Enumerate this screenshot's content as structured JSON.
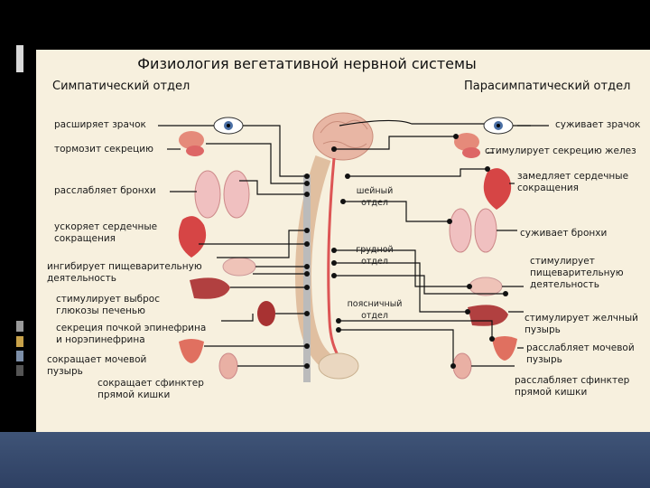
{
  "title": "Физиология вегетативной нервной системы",
  "sympathetic": {
    "heading": "Симпатический отдел",
    "items": [
      "расширяет зрачок",
      "тормозит секрецию",
      "расслабляет бронхи",
      "ускоряет сердечные\nсокращения",
      "ингибирует пищеварительную\nдеятельность",
      "стимулирует выброс\nглюкозы печенью",
      "секреция почкой эпинефрина\nи норэпинефрина",
      "сокращает мочевой\nпузырь",
      "сокращает сфинктер\nпрямой кишки"
    ]
  },
  "parasympathetic": {
    "heading": "Парасимпатический отдел",
    "items": [
      "суживает зрачок",
      "стимулирует секрецию желез",
      "замедляет сердечные\nсокращения",
      "суживает бронхи",
      "стимулирует\nпищеварительную\nдеятельность",
      "стимулирует желчный\nпузырь",
      "расслабляет мочевой\nпузырь",
      "расслабляет сфинктер\nпрямой кишки"
    ]
  },
  "spine_labels": [
    "шейный\nотдел",
    "грудной\nотдел",
    "поясничный\nотдел"
  ],
  "colors": {
    "background": "#f7f0de",
    "organ": "#d64545",
    "nerve": "#111111",
    "spine": "#e9c9a8",
    "band": "#3f5477"
  }
}
